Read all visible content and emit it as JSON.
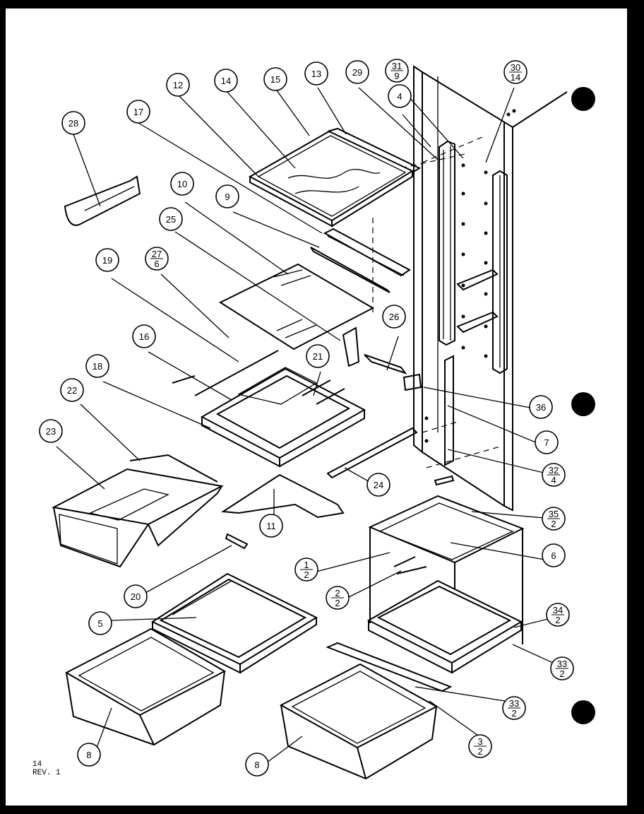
{
  "diagram": {
    "footer_lines": [
      "14",
      "REV. 1"
    ],
    "callouts": [
      {
        "id": "28"
      },
      {
        "id": "17"
      },
      {
        "id": "12"
      },
      {
        "id": "14"
      },
      {
        "id": "15"
      },
      {
        "id": "13"
      },
      {
        "id": "29"
      },
      {
        "id": "31",
        "sub": "9"
      },
      {
        "id": "30",
        "sub": "14"
      },
      {
        "id": "4"
      },
      {
        "id": "10"
      },
      {
        "id": "9"
      },
      {
        "id": "25"
      },
      {
        "id": "27",
        "sub": "6"
      },
      {
        "id": "19"
      },
      {
        "id": "26"
      },
      {
        "id": "16"
      },
      {
        "id": "21"
      },
      {
        "id": "18"
      },
      {
        "id": "22"
      },
      {
        "id": "36"
      },
      {
        "id": "23"
      },
      {
        "id": "7"
      },
      {
        "id": "24"
      },
      {
        "id": "32",
        "sub": "4"
      },
      {
        "id": "11"
      },
      {
        "id": "35",
        "sub": "2"
      },
      {
        "id": "1",
        "sub": "2"
      },
      {
        "id": "6"
      },
      {
        "id": "2",
        "sub": "2"
      },
      {
        "id": "20"
      },
      {
        "id": "34",
        "sub": "2"
      },
      {
        "id": "5"
      },
      {
        "id": "33",
        "sub": "2"
      },
      {
        "id": "33",
        "sub": "2"
      },
      {
        "id": "3",
        "sub": "2"
      },
      {
        "id": "8"
      },
      {
        "id": "8"
      }
    ]
  }
}
